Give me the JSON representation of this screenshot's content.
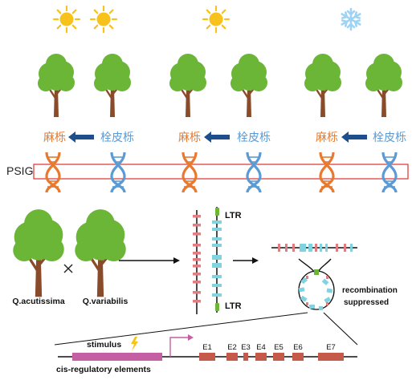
{
  "top_panel": {
    "weather": [
      {
        "icon": "sun-icon",
        "count": 2
      },
      {
        "icon": "sun-icon",
        "count": 1
      },
      {
        "icon": "snowflake-icon",
        "count": 1
      }
    ],
    "pairs": [
      {
        "left_label": "麻栎",
        "right_label": "栓皮栎"
      },
      {
        "left_label": "麻栎",
        "right_label": "栓皮栎"
      },
      {
        "left_label": "麻栎",
        "right_label": "栓皮栎"
      }
    ],
    "psig_label": "PSIG"
  },
  "bottom_panel": {
    "species_left": "Q.acutissima",
    "species_right": "Q.variabilis",
    "ltr_top": "LTR",
    "ltr_bottom": "LTR",
    "recombination_label": "recombination",
    "suppressed_label": "suppressed",
    "stimulus_label": "stimulus",
    "cis_label": "cis-regulatory elements",
    "exons": [
      "E1",
      "E2",
      "E3",
      "E4",
      "E5",
      "E6",
      "E7"
    ]
  },
  "colors": {
    "tree_canopy": "#6bb537",
    "trunk": "#8a4b2a",
    "orange": "#e8792e",
    "blue": "#5b9bd5",
    "arrow_navy": "#1f4e8c",
    "sun_yellow": "#f7c21b",
    "snow_blue": "#9fd3f5",
    "pink_segment": "#e07e84",
    "cyan_segment": "#7fd4e0",
    "exon_brown": "#c55a4a",
    "cis_pink": "#c45fa3",
    "psig_box": "#e03030"
  }
}
